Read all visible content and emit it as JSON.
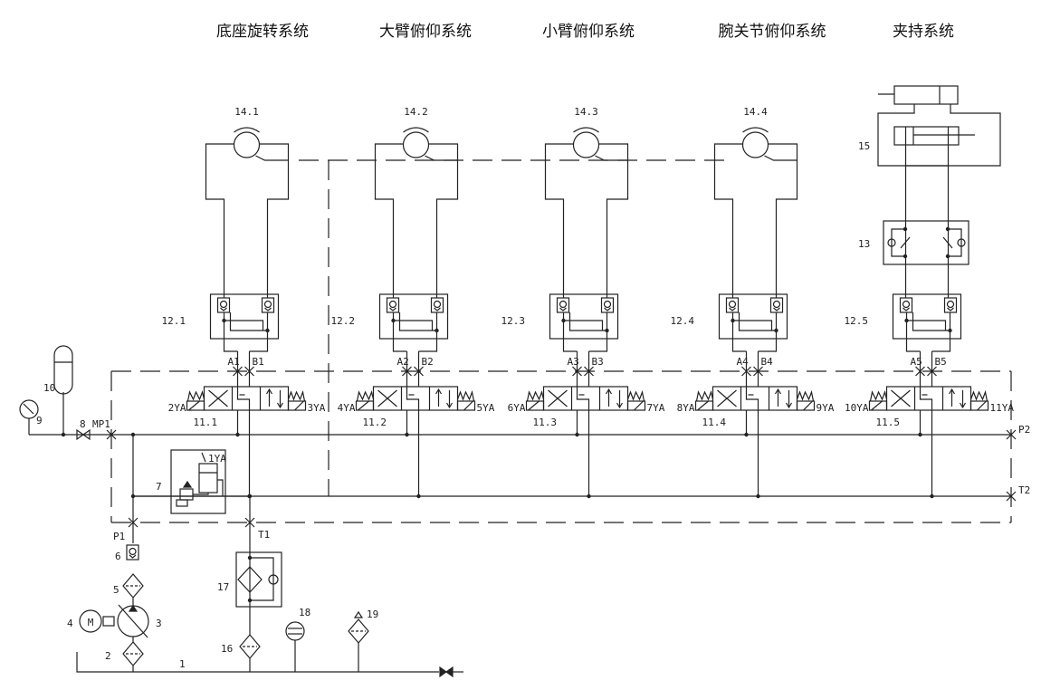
{
  "titles": [
    "底座旋转系统",
    "大臂俯仰系统",
    "小臂俯仰系统",
    "腕关节俯仰系统",
    "夹持系统"
  ],
  "modules": [
    {
      "motor": "14.1",
      "check": "12.1",
      "valve": "11.1",
      "a": "A1",
      "b": "B1",
      "solL": "2YA",
      "solR": "3YA"
    },
    {
      "motor": "14.2",
      "check": "12.2",
      "valve": "11.2",
      "a": "A2",
      "b": "B2",
      "solL": "4YA",
      "solR": "5YA"
    },
    {
      "motor": "14.3",
      "check": "12.3",
      "valve": "11.3",
      "a": "A3",
      "b": "B3",
      "solL": "6YA",
      "solR": "7YA"
    },
    {
      "motor": "14.4",
      "check": "12.4",
      "valve": "11.4",
      "a": "A4",
      "b": "B4",
      "solL": "8YA",
      "solR": "9YA"
    },
    {
      "motor": "",
      "check": "12.5",
      "valve": "11.5",
      "a": "A5",
      "b": "B5",
      "solL": "10YA",
      "solR": "11YA"
    }
  ],
  "labels": {
    "cylinder": "15",
    "throttle": "13",
    "tank": "1",
    "suction_filter": "2",
    "pump": "3",
    "motor": "4",
    "motor_glyph": "M",
    "filter": "5",
    "check": "6",
    "relief": "7",
    "relief_sol": "1YA",
    "shutoff": "8",
    "gauge": "9",
    "accumulator": "10",
    "return_filter": "16",
    "cooler": "17",
    "level_gauge": "18",
    "air_filter": "19",
    "mp1": "MP1",
    "p1": "P1",
    "t1": "T1",
    "p2": "P2",
    "t2": "T2"
  }
}
